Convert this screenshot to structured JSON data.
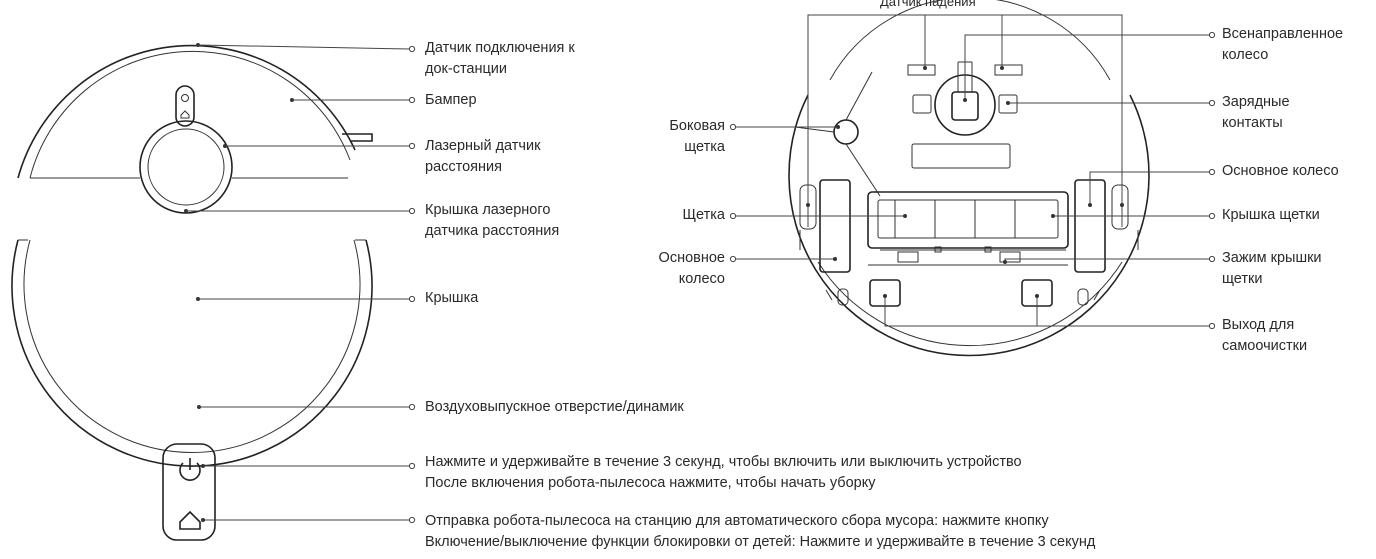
{
  "top_view": {
    "labels": [
      {
        "lines": [
          "Датчик подключения к",
          "док-станции"
        ]
      },
      {
        "lines": [
          "Бампер"
        ]
      },
      {
        "lines": [
          "Лазерный датчик",
          "расстояния"
        ]
      },
      {
        "lines": [
          "Крышка лазерного",
          "датчика расстояния"
        ]
      },
      {
        "lines": [
          "Крышка"
        ]
      },
      {
        "lines": [
          "Воздуховыпускное отверстие/динамик"
        ]
      }
    ]
  },
  "bottom_view": {
    "top_label": "Датчик падения",
    "left_labels": [
      {
        "lines": [
          "Боковая",
          "щетка"
        ]
      },
      {
        "lines": [
          "Щетка"
        ]
      },
      {
        "lines": [
          "Основное",
          "колесо"
        ]
      }
    ],
    "right_labels": [
      {
        "lines": [
          "Всенаправленное",
          "колесо"
        ]
      },
      {
        "lines": [
          "Зарядные",
          "контакты"
        ]
      },
      {
        "lines": [
          "Основное колесо"
        ]
      },
      {
        "lines": [
          "Крышка щетки"
        ]
      },
      {
        "lines": [
          "Зажим крышки",
          "щетки"
        ]
      },
      {
        "lines": [
          "Выход для",
          "самоочистки"
        ]
      }
    ]
  },
  "buttons": {
    "power": {
      "icon": "power-icon",
      "lines": [
        "Нажмите и удерживайте в течение 3 секунд, чтобы включить или выключить устройство",
        "После включения робота-пылесоса нажмите, чтобы начать уборку"
      ]
    },
    "home": {
      "icon": "home-icon",
      "lines": [
        "Отправка робота-пылесоса на станцию для автоматического сбора мусора: нажмите кнопку",
        "Включение/выключение функции блокировки от детей: Нажмите и удерживайте в течение 3 секунд"
      ]
    }
  }
}
